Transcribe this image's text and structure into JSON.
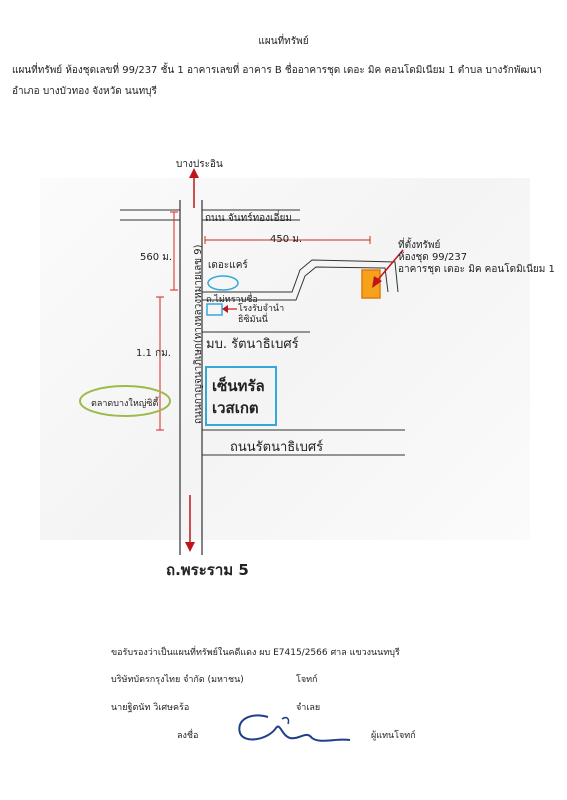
{
  "header": {
    "title": "แผนที่ทรัพย์",
    "description": "แผนที่ทรัพย์ ห้องชุดเลขที่ 99/237 ชั้น 1 อาคารเลขที่ อาคาร B   ชื่ออาคารชุด เดอะ มิค คอนโดมิเนียม 1 ตำบล บางรักพัฒนา อำเภอ บางบัวทอง จังหวัด นนทบุรี"
  },
  "map": {
    "north_direction": "บางประอิน",
    "south_direction": "ถ.พระราม 5",
    "road_top": "ถนน จันทร์ทองเอี่ยม",
    "main_road": "ถนนกาญจนาภิเษก(ทางหลวงหมายเลข 9)",
    "distance_top": "560 ม.",
    "distance_mid": "1.1 กม.",
    "distance_horizontal": "450 ม.",
    "landmark_the_care": "เดอะแคร์",
    "unknown_road": "ถ.ไม่ทราบชื่อ",
    "factory_line1": "โรงรับจำนำ",
    "factory_line2": "ธิซิมันนี่",
    "village": "มบ. รัตนาธิเบศร์",
    "central_line1": "เซ็นทรัล",
    "central_line2": "เวสเกต",
    "market": "ตลาดบางใหญ่ซิตี้",
    "road_bottom": "ถนนรัตนาธิเบศร์",
    "property_line1": "ที่ตั้งทรัพย์",
    "property_line2": "ห้องชุด 99/237",
    "property_line3": "อาคารชุด เดอะ มิค คอนโดมิเนียม 1"
  },
  "footer": {
    "certify": "ขอรับรองว่าเป็นแผนที่ทรัพย์ในคดีแดง  ผบ E7415/2566   ศาล  แขวงนนทบุรี",
    "company": "บริษัทบัตรกรุงไทย จำกัด (มหาชน)",
    "company_role": "โจทก์",
    "defendant": "นายฐิตนัท วิเศษคร้อ",
    "defendant_role": "จำเลย",
    "sign_label": "ลงชื่อ",
    "sign_role": "ผู้แทนโจทก์"
  },
  "colors": {
    "arrow_red": "#c0141c",
    "dim_red": "#d9261c",
    "property_fill": "#f7a21b",
    "property_border": "#e07b10",
    "landmark_blue": "#36a7d8",
    "market_green": "#9dbb4c",
    "signature_blue": "#1e3f8a"
  }
}
